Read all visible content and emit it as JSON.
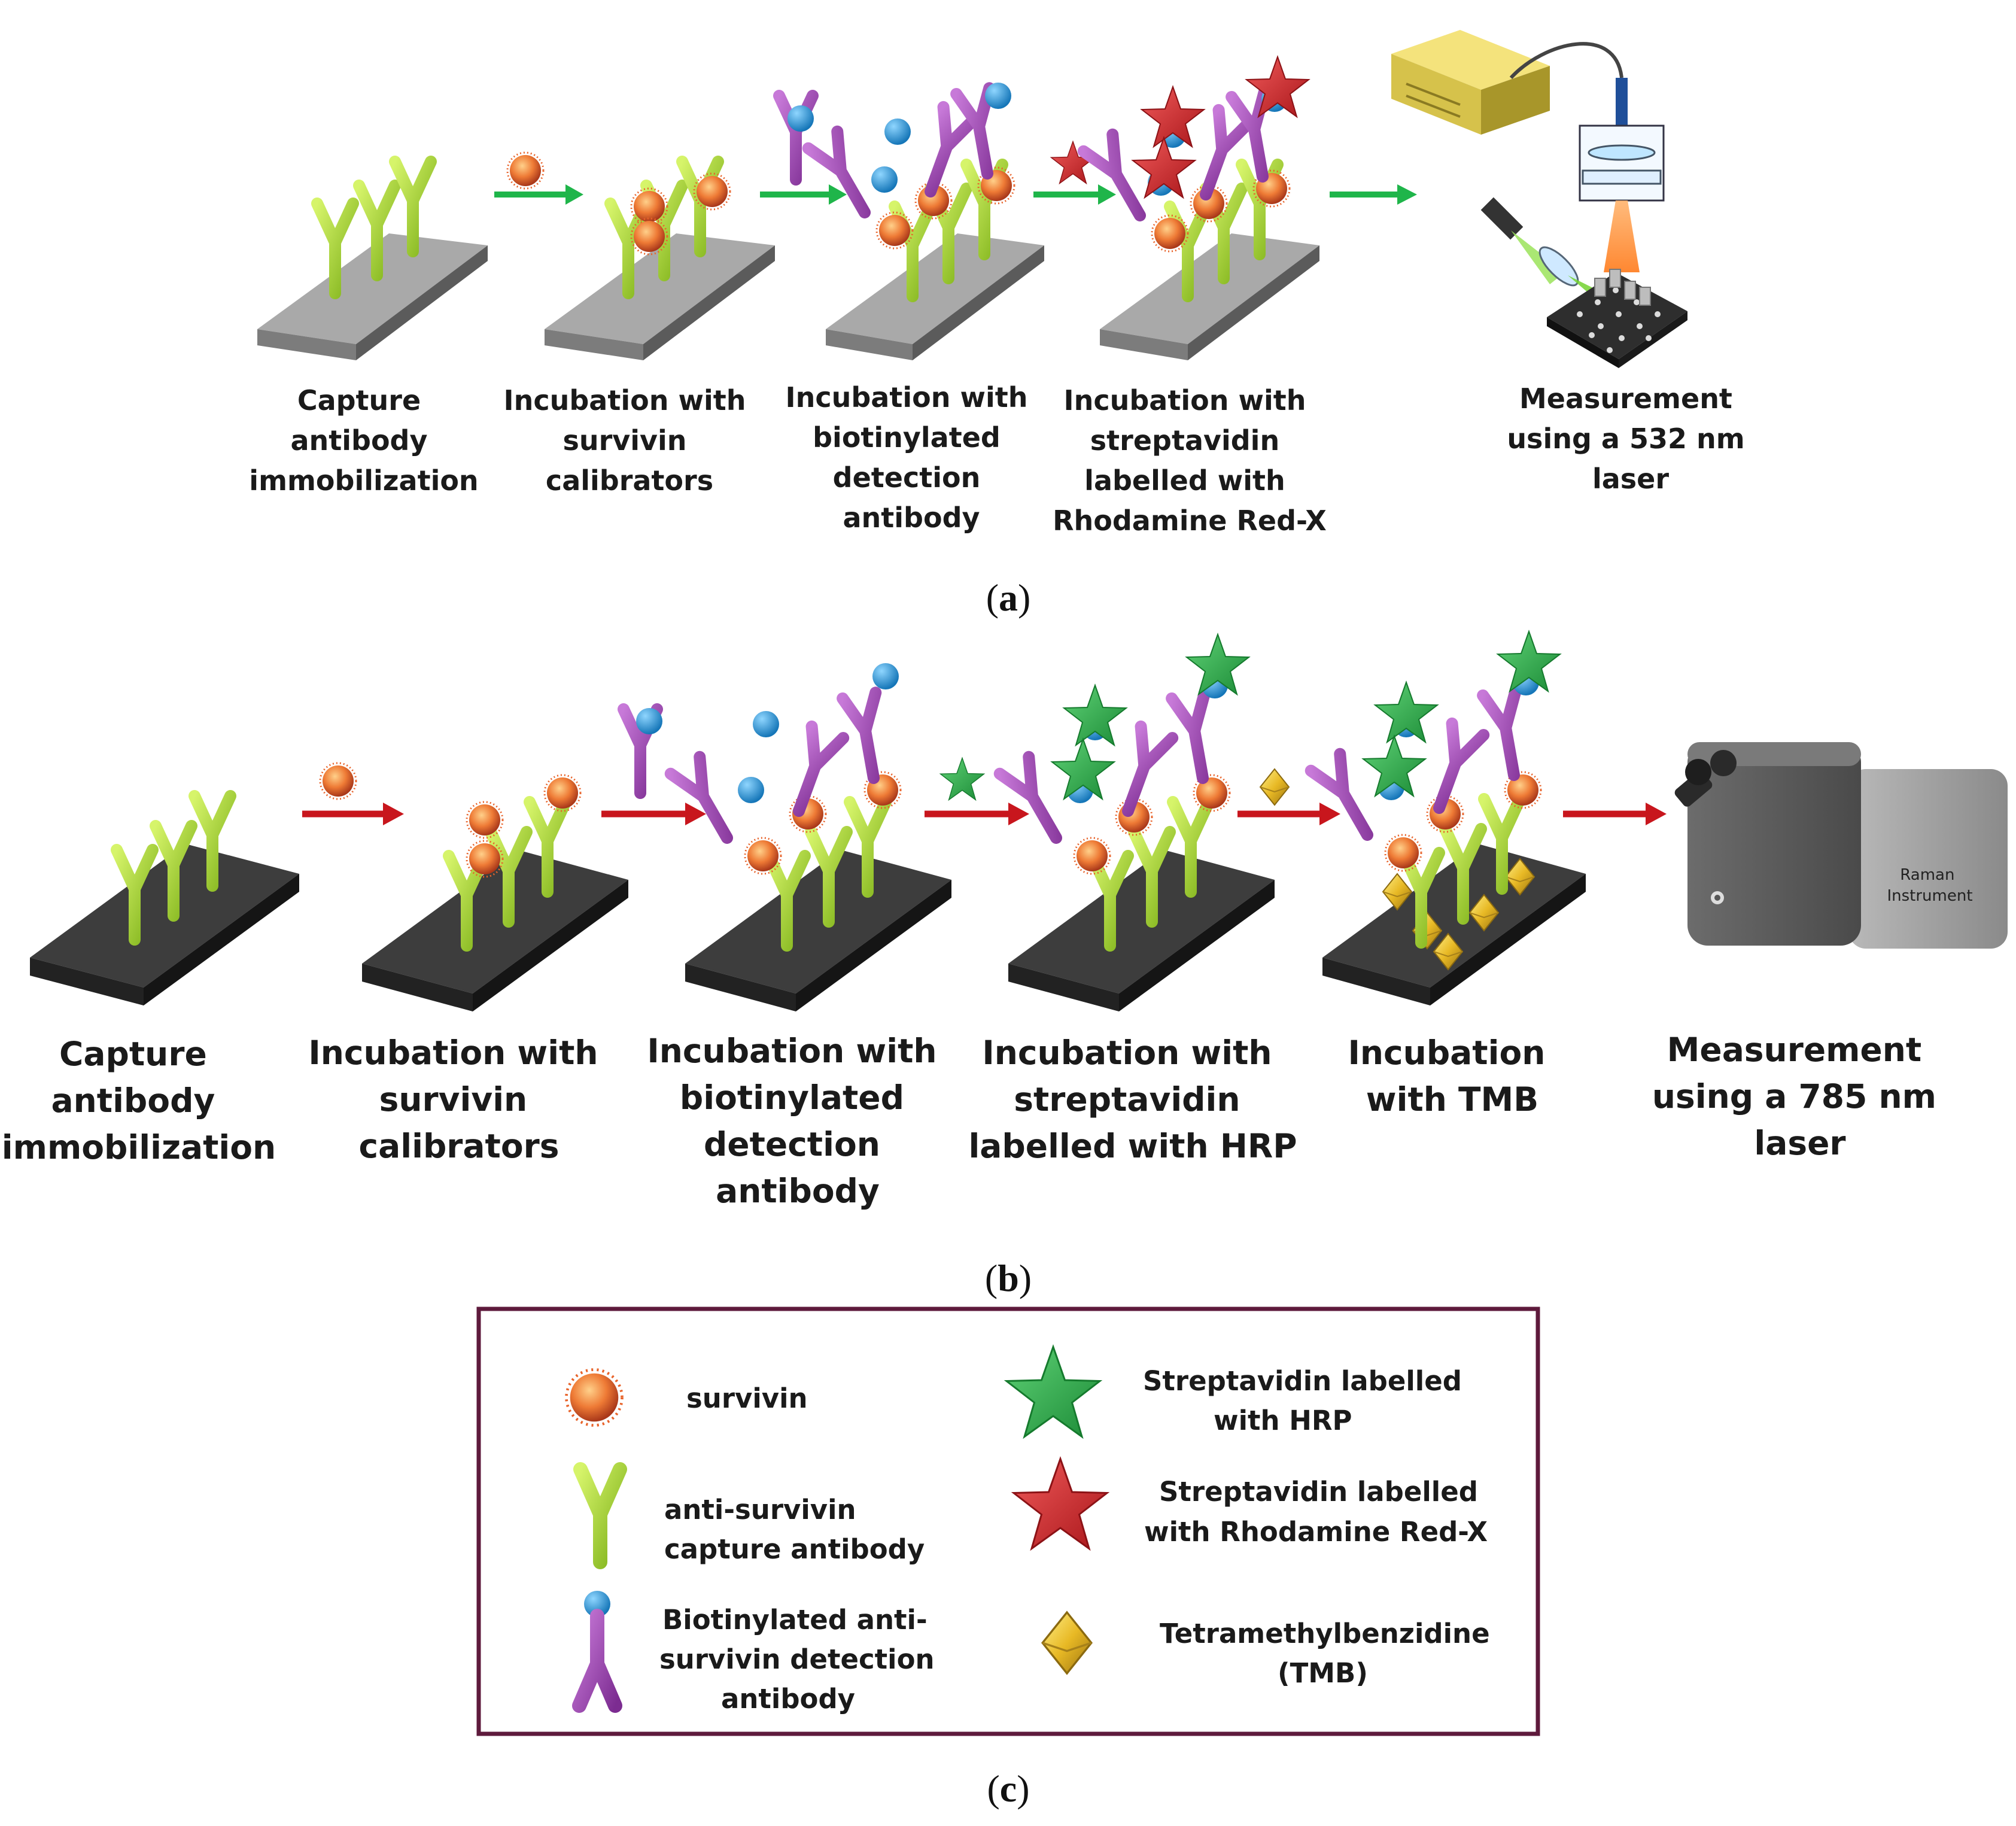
{
  "panel_a": {
    "steps": [
      [
        "Capture",
        "antibody",
        "immobilization"
      ],
      [
        "Incubation with",
        "survivin",
        "calibrators"
      ],
      [
        "Incubation with",
        "biotinylated",
        "detection",
        "antibody"
      ],
      [
        "Incubation with",
        "streptavidin",
        "labelled with",
        "Rhodamine Red-X"
      ],
      [
        "Measurement",
        "using a 532 nm",
        "laser"
      ]
    ],
    "caption_open": "(",
    "caption_letter": "a",
    "caption_close": ")",
    "arrow_color": "#1fb54a"
  },
  "panel_b": {
    "steps": [
      [
        "Capture",
        "antibody",
        "immobilization"
      ],
      [
        "Incubation with",
        "survivin",
        "calibrators"
      ],
      [
        "Incubation with",
        "biotinylated",
        "detection",
        "antibody"
      ],
      [
        "Incubation with",
        "streptavidin",
        "labelled with HRP"
      ],
      [
        "Incubation",
        "with TMB"
      ],
      [
        "Measurement",
        "using a 785 nm",
        "laser"
      ]
    ],
    "instrument_label": [
      "Raman",
      "Instrument"
    ],
    "caption_open": "(",
    "caption_letter": "b",
    "caption_close": ")",
    "arrow_color": "#c8161d"
  },
  "legend": {
    "items": [
      {
        "icon": "survivin-icon",
        "lines": [
          "survivin"
        ]
      },
      {
        "icon": "capture-antibody-icon",
        "lines": [
          "anti-survivin",
          "capture antibody"
        ]
      },
      {
        "icon": "detection-antibody-icon",
        "lines": [
          "Biotinylated anti-",
          "survivin detection",
          "antibody"
        ]
      },
      {
        "icon": "green-star-icon",
        "lines": [
          "Streptavidin labelled",
          "with HRP"
        ]
      },
      {
        "icon": "red-star-icon",
        "lines": [
          "Streptavidin labelled",
          "with Rhodamine Red-X"
        ]
      },
      {
        "icon": "tmb-diamond-icon",
        "lines": [
          "Tetramethylbenzidine",
          "(TMB)"
        ]
      }
    ],
    "border_color": "#5e1a3c"
  },
  "panel_c": {
    "caption_open": "(",
    "caption_letter": "c",
    "caption_close": ")"
  },
  "colors": {
    "capture_antibody": "#a3d12b",
    "detection_antibody": "#9b3fae",
    "biotin": "#1f9fdc",
    "survivin": "#e2622a",
    "green_star": "#2fae4b",
    "red_star": "#d8262a",
    "tmb": "#e8b925",
    "chip_gray": "#9a9a9a",
    "chip_dark": "#3b3b3b"
  }
}
